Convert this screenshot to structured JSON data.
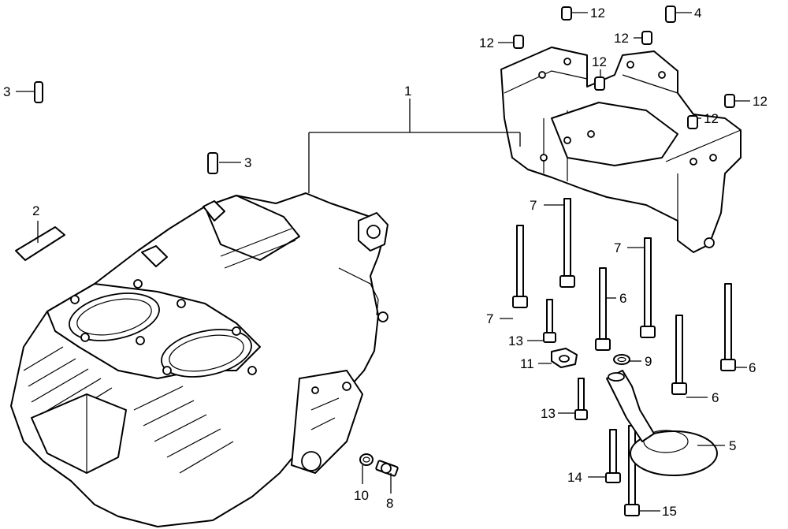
{
  "callouts": {
    "c1": "1",
    "c2": "2",
    "c3a": "3",
    "c3b": "3",
    "c4": "4",
    "c5": "5",
    "c6a": "6",
    "c6b": "6",
    "c6c": "6",
    "c7a": "7",
    "c7b": "7",
    "c7c": "7",
    "c8": "8",
    "c9": "9",
    "c10": "10",
    "c11": "11",
    "c12a": "12",
    "c12b": "12",
    "c12c": "12",
    "c12d": "12",
    "c12e": "12",
    "c12f": "12",
    "c13a": "13",
    "c13b": "13",
    "c14": "14",
    "c15": "15"
  }
}
